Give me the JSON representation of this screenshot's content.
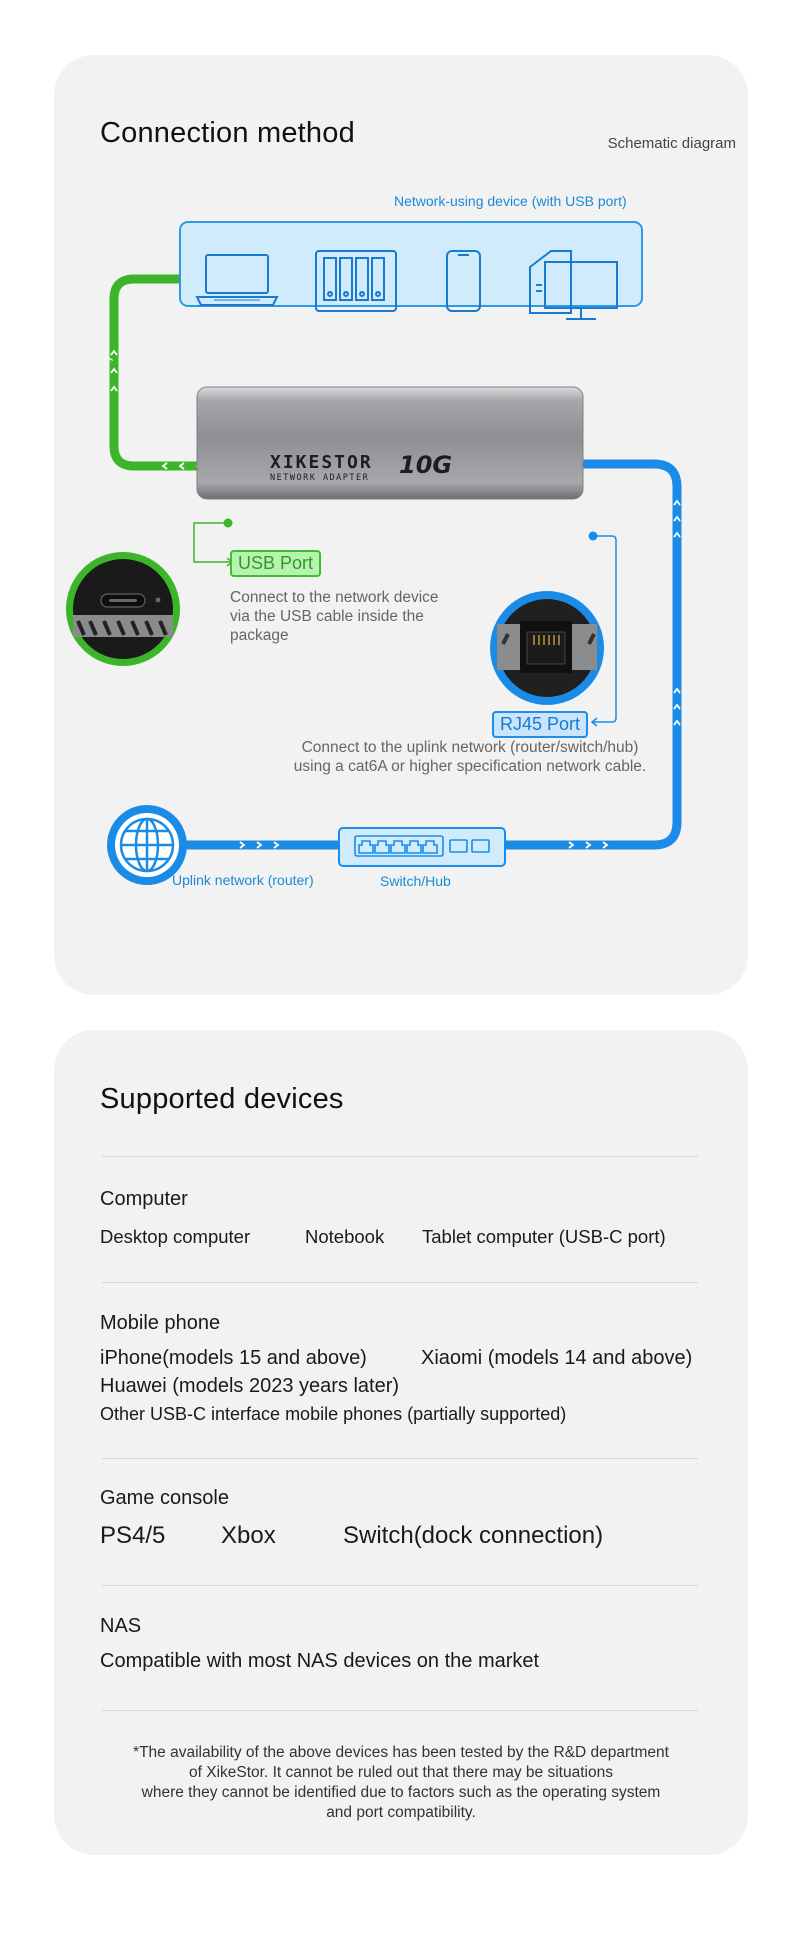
{
  "connection": {
    "title": "Connection method",
    "subtitle": "Schematic diagram",
    "devices_group_label": "Network-using device (with USB port)",
    "adapter": {
      "brand": "XIKESTOR",
      "model": "10G",
      "product": "NETWORK ADAPTER"
    },
    "usb_port": {
      "label": "USB Port",
      "desc": [
        "Connect to the network device",
        "via the USB cable inside the",
        "package"
      ]
    },
    "rj45_port": {
      "label": "RJ45 Port",
      "desc": [
        "Connect to the uplink network (router/switch/hub)",
        "using a cat6A or higher specification network cable."
      ]
    },
    "uplink_label": "Uplink network (router)",
    "switch_label": "Switch/Hub",
    "colors": {
      "green_cable": "#3cb52a",
      "blue_cable": "#1a8ce8",
      "device_box_fill": "#d0ebfc",
      "device_box_stroke": "#2b9be6"
    }
  },
  "supported": {
    "title": "Supported devices",
    "computer": {
      "title": "Computer",
      "items": [
        "Desktop computer",
        "Notebook",
        "Tablet computer (USB-C port)"
      ]
    },
    "mobile": {
      "title": "Mobile phone",
      "line1a": "iPhone(models 15 and above)",
      "line1b": "Xiaomi (models 14 and above)",
      "line2": "Huawei (models 2023 years later)",
      "line3": "Other USB-C interface mobile phones (partially supported)"
    },
    "console": {
      "title": "Game console",
      "items": [
        "PS4/5",
        "Xbox",
        "Switch(dock connection)"
      ]
    },
    "nas": {
      "title": "NAS",
      "text": "Compatible with most NAS devices on the market"
    },
    "footnote": [
      "*The availability of the above devices has been tested by the R&D department",
      "of XikeStor. It cannot be ruled out that there may be situations",
      "where they cannot be identified due to factors such as the operating system",
      "and port compatibility."
    ]
  }
}
